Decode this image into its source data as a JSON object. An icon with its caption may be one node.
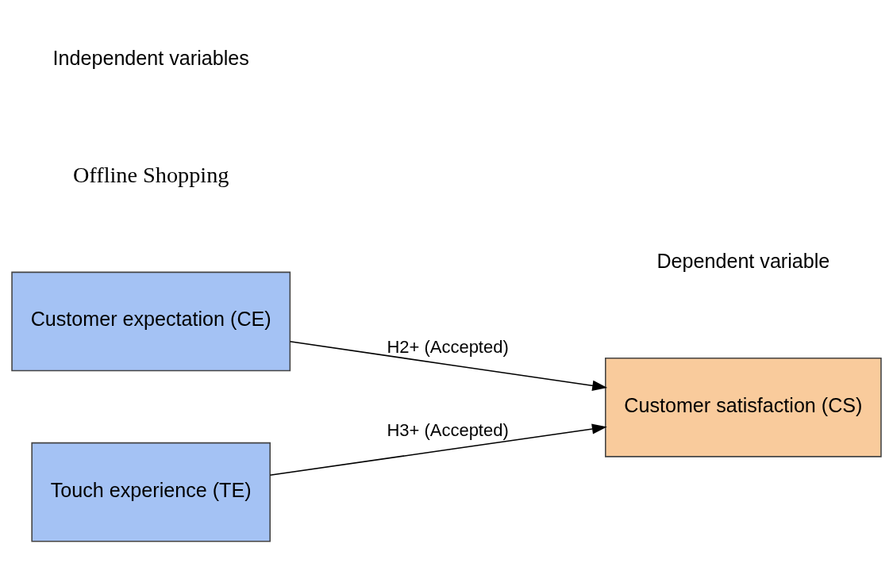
{
  "diagram": {
    "nodes": [
      {
        "text": [
          "Customer expectation (CE)"
        ]
      },
      {
        "text": [
          "Touch experience (TE)"
        ]
      },
      {
        "text": [
          "Customer satisfaction (CS)"
        ]
      }
    ],
    "edges": [
      {
        "from": 0,
        "to": 2,
        "arrow": "to",
        "label": "H2+ (Accepted)"
      },
      {
        "from": 1,
        "to": 2,
        "arrow": "to",
        "label": "H3+ (Accepted)"
      }
    ],
    "labels": [
      "Offline Shopping",
      "Independent variables",
      "Dependent variable"
    ]
  }
}
